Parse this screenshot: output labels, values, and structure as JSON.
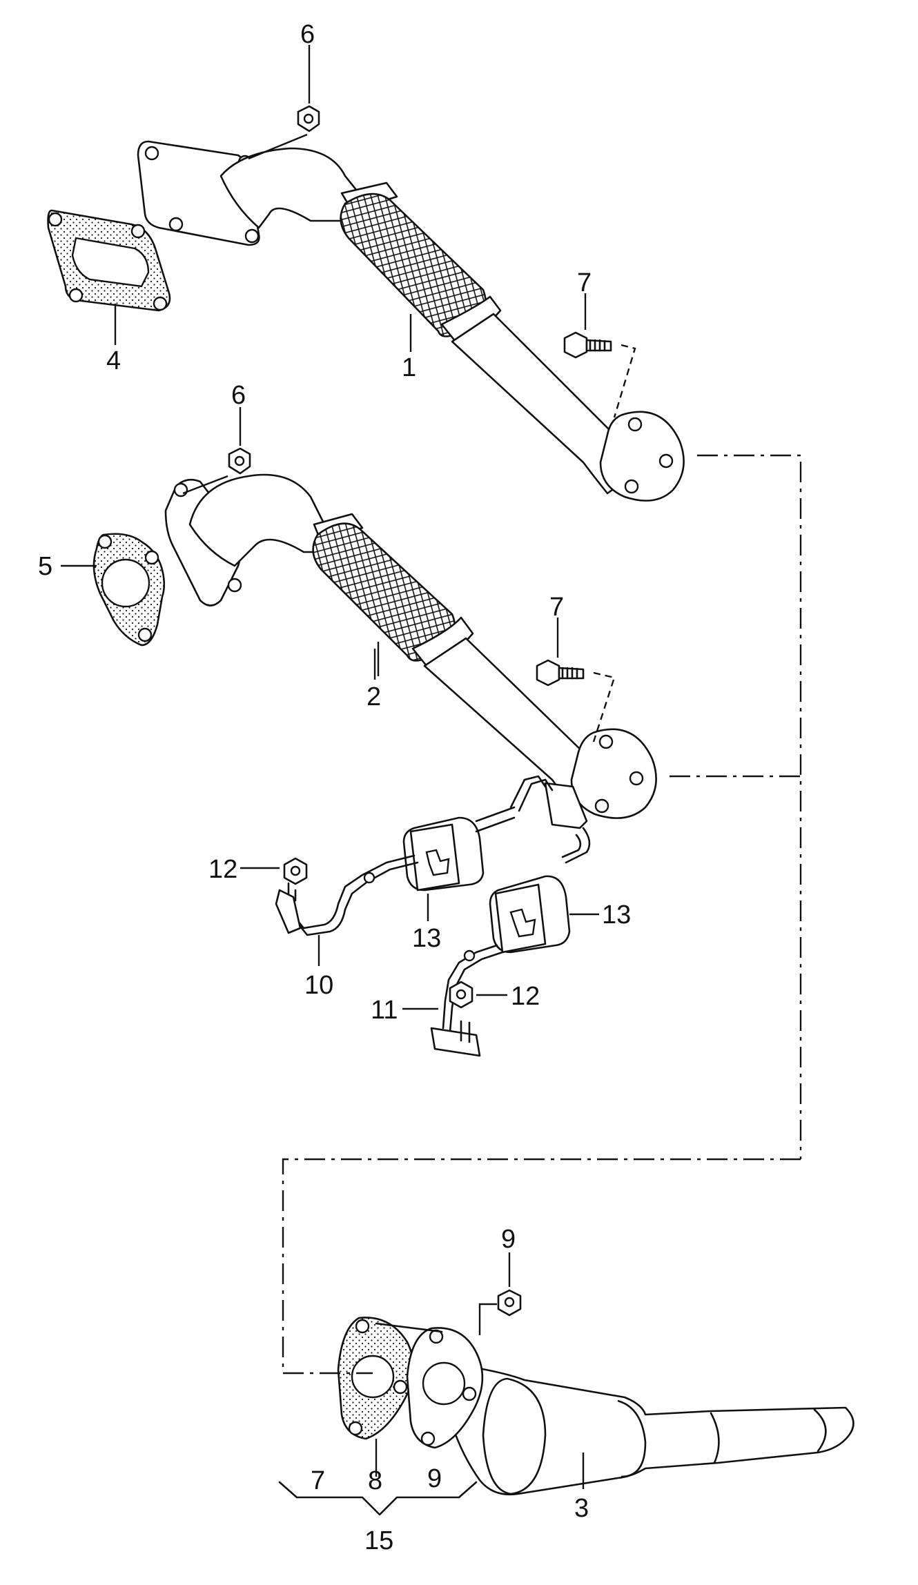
{
  "labels": {
    "part_1": "1",
    "part_2": "2",
    "part_3": "3",
    "part_4": "4",
    "part_5": "5",
    "part_6": "6",
    "part_7": "7",
    "part_8": "8",
    "part_9": "9",
    "part_10": "10",
    "part_11": "11",
    "part_12": "12",
    "part_13": "13",
    "part_15": "15"
  }
}
